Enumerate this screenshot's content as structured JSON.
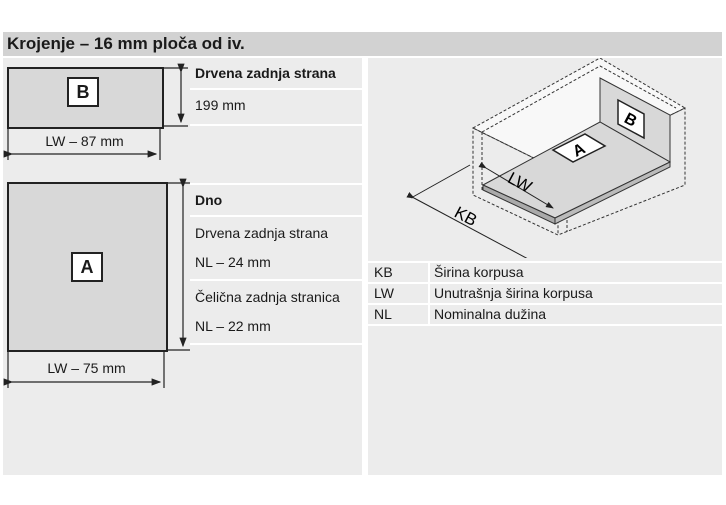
{
  "title": "Krojenje – 16 mm ploča od iv.",
  "part_b": {
    "label": "B",
    "name": "Drvena zadnja strana",
    "height": "199 mm",
    "width": "LW – 87 mm"
  },
  "part_a": {
    "label": "A",
    "name": "Dno",
    "variants": [
      {
        "name": "Drvena zadnja strana",
        "value": "NL – 24 mm"
      },
      {
        "name": "Čelična zadnja stranica",
        "value": "NL – 22 mm"
      }
    ],
    "width": "LW – 75 mm"
  },
  "diagram": {
    "label_a": "A",
    "label_b": "B",
    "dim_lw": "LW",
    "dim_kb": "KB"
  },
  "legend": [
    {
      "key": "KB",
      "text": "Širina korpusa"
    },
    {
      "key": "LW",
      "text": "Unutrašnja širina korpusa"
    },
    {
      "key": "NL",
      "text": "Nominalna dužina"
    }
  ]
}
